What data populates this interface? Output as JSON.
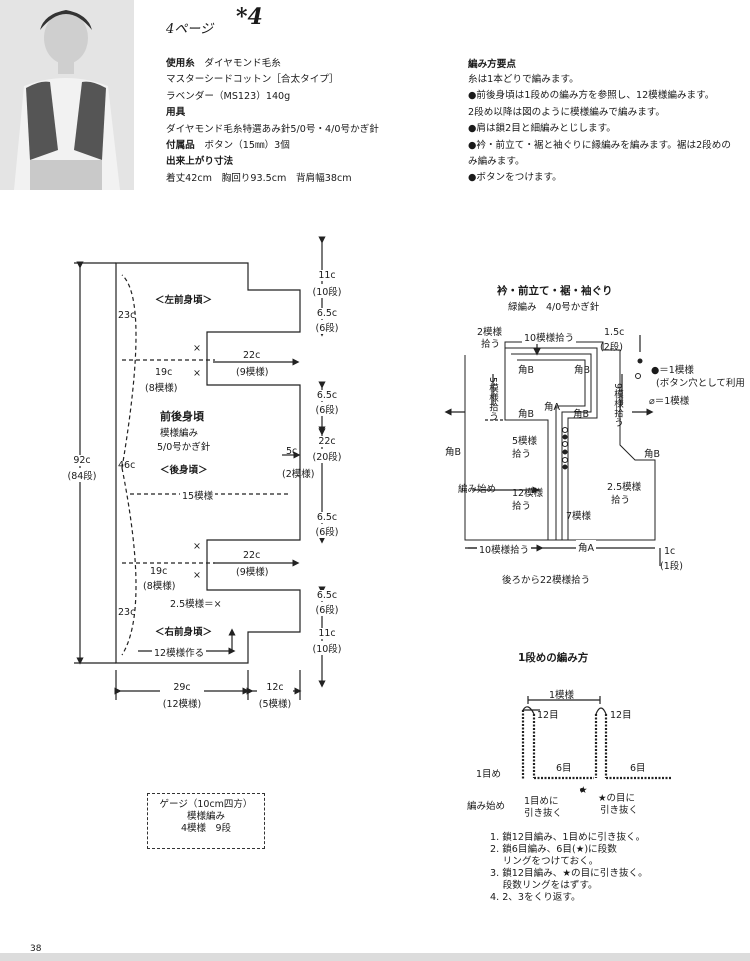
{
  "header": {
    "page_label": "4ページ",
    "item_number": "*4"
  },
  "specs": {
    "yarn_label": "使用糸",
    "yarn_brand": "ダイヤモンド毛糸",
    "yarn_name": "マスターシードコットン［合太タイプ］",
    "yarn_color": "ラベンダー（MS123）140g",
    "tools_label": "用具",
    "tools": "ダイヤモンド毛糸特選あみ針5/0号・4/0号かぎ針",
    "accessories_label": "付属品",
    "accessories": "ボタン（15㎜）3個",
    "size_label": "出来上がり寸法",
    "size": "着丈42cm　胸回り93.5cm　背肩幅38cm"
  },
  "steps": {
    "title": "編み方要点",
    "lines": [
      "糸は1本どりで編みます。",
      "●前後身頃は1段めの編み方を参照し、12模様編みます。",
      "2段め以降は図のように模様編みで編みます。",
      "●肩は鎖2目と細編みとじします。",
      "●衿・前立て・裾と袖ぐりに縁編みを編みます。裾は2段めの",
      "み編みます。",
      "●ボタンをつけます。"
    ]
  },
  "body_chart": {
    "label_left_front": "＜左前身頃＞",
    "label_back": "＜後身頃＞",
    "label_right_front": "＜右前身頃＞",
    "title": "前後身頃",
    "subtitle1": "模様編み",
    "subtitle2": "5/0号かぎ針",
    "dim_total_height": "92c",
    "dim_total_rows": "(84段)",
    "dim_23c_top": "23c",
    "dim_23c_bottom": "23c",
    "dim_46c": "46c",
    "dim_19c": "19c",
    "dim_8_patterns": "(8模様)",
    "dim_22c": "22c",
    "dim_9_patterns": "(9模様)",
    "dim_15_patterns": "15模様",
    "dim_11c": "11c",
    "dim_10_rows": "(10段)",
    "dim_6_5c": "6.5c",
    "dim_6_rows": "(6段)",
    "dim_22c_side": "22c",
    "dim_20_rows": "(20段)",
    "dim_5c": "5c",
    "dim_2_patterns": "(2模様)",
    "dim_2_5_patterns": "2.5模様＝×",
    "dim_12_cast_on": "12模様作る",
    "dim_29c": "29c",
    "dim_12_patterns": "(12模様)",
    "dim_12c": "12c",
    "dim_5_patterns": "(5模様)",
    "mark_x": "×"
  },
  "gauge": {
    "title": "ゲージ（10cm四方）",
    "stitch": "模様編み",
    "count": "4模様　9段"
  },
  "border_chart": {
    "title": "衿・前立て・裾・袖ぐり",
    "subtitle": "緑編み　4/0号かぎ針",
    "pick_2": "2模様",
    "pick_2b": "拾う",
    "pick_10_top": "10模様拾う",
    "dim_1_5c": "1.5c",
    "dim_2_rows": "(2段)",
    "pick_5_vert": "5模様拾う",
    "pick_9_vert": "9模様拾う",
    "corner_b": "角B",
    "corner_a": "角A",
    "pick_5": "5模様",
    "pick_5b": "拾う",
    "pick_12": "12模様",
    "pick_12b": "拾う",
    "pick_7": "7模様",
    "pick_2_5": "2.5模様",
    "pick_2_5b": "拾う",
    "start_label": "編み始め",
    "pick_10_bottom": "10模様拾う",
    "dim_1c": "1c",
    "dim_1_row": "(1段)",
    "pick_back_22": "後ろから22模様拾う",
    "legend_filled": "●＝1模様",
    "legend_filled_note": "(ボタン穴として利用",
    "legend_empty": "⌀＝1模様"
  },
  "first_row": {
    "title": "1段めの編み方",
    "one_pattern": "1模様",
    "label_12": "12目",
    "label_12b": "12目",
    "label_6": "6目",
    "label_6b": "6目",
    "label_1st": "1目め",
    "start": "編み始め",
    "pull1": "1目めに",
    "pull1b": "引き抜く",
    "star": "★",
    "pull2": "★の目に",
    "pull2b": "引き抜く"
  },
  "instructions": [
    "1. 鎖12目編み、1目めに引き抜く。",
    "2. 鎖6目編み、6目(★)に段数",
    "　 リングをつけておく。",
    "3. 鎖12目編み、★の目に引き抜く。",
    "　 段数リングをはずす。",
    "4. 2、3をくり返す。"
  ],
  "footer": {
    "page_number": "38"
  }
}
